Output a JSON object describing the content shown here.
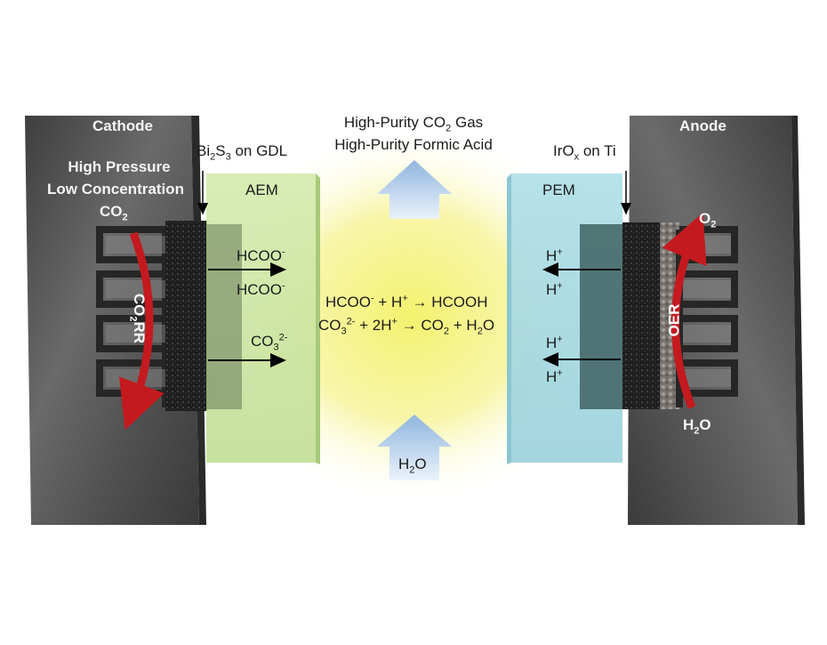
{
  "cathode": {
    "title": "Cathode",
    "feed": {
      "line1": "High Pressure",
      "line2": "Low Concentration",
      "gas_main": "CO",
      "gas_sub": "2"
    },
    "reaction": {
      "main": "CO",
      "sub": "2",
      "rest": "RR"
    },
    "catalyst": {
      "a": "Bi",
      "a_sub": "2",
      "b": "S",
      "b_sub": "3",
      "rest": " on GDL"
    }
  },
  "aem": {
    "label": "AEM",
    "ion1": {
      "main": "HCOO",
      "sup": "-"
    },
    "ion2": {
      "main": "HCOO",
      "sup": "-"
    },
    "ion3": {
      "main": "CO",
      "sub": "3",
      "sup": "2-"
    }
  },
  "middle": {
    "product1": {
      "pre": "High-Purity CO",
      "sub": "2",
      "post": " Gas"
    },
    "product2": "High-Purity Formic Acid",
    "eq1": {
      "a": "HCOO",
      "a_sup": "-",
      "b": " + H",
      "b_sup": "+",
      "c": " → HCOOH"
    },
    "eq2": {
      "a": "CO",
      "a_sub": "3",
      "a_sup": "2-",
      "b": " + 2H",
      "b_sup": "+",
      "c": " → CO",
      "c_sub": "2",
      "d": " + H",
      "d_sub": "2",
      "e": "O"
    },
    "water": {
      "main": "H",
      "sub": "2",
      "post": "O"
    }
  },
  "pem": {
    "label": "PEM",
    "protons": [
      {
        "main": "H",
        "sup": "+"
      },
      {
        "main": "H",
        "sup": "+"
      },
      {
        "main": "H",
        "sup": "+"
      },
      {
        "main": "H",
        "sup": "+"
      }
    ]
  },
  "anode": {
    "title": "Anode",
    "reaction": "OER",
    "product": {
      "main": "O",
      "sub": "2"
    },
    "reactant": {
      "main": "H",
      "sub": "2",
      "post": "O"
    },
    "catalyst": {
      "a": "IrO",
      "a_sub": "x",
      "rest": " on Ti"
    }
  },
  "colors": {
    "plate": "#575757",
    "aem": "#c9e4a2",
    "pem": "#a9dbe3",
    "glow": "#f3f07a",
    "reaction_arrow": "#c41a1f",
    "flow_arrow": "#9bbde0"
  }
}
